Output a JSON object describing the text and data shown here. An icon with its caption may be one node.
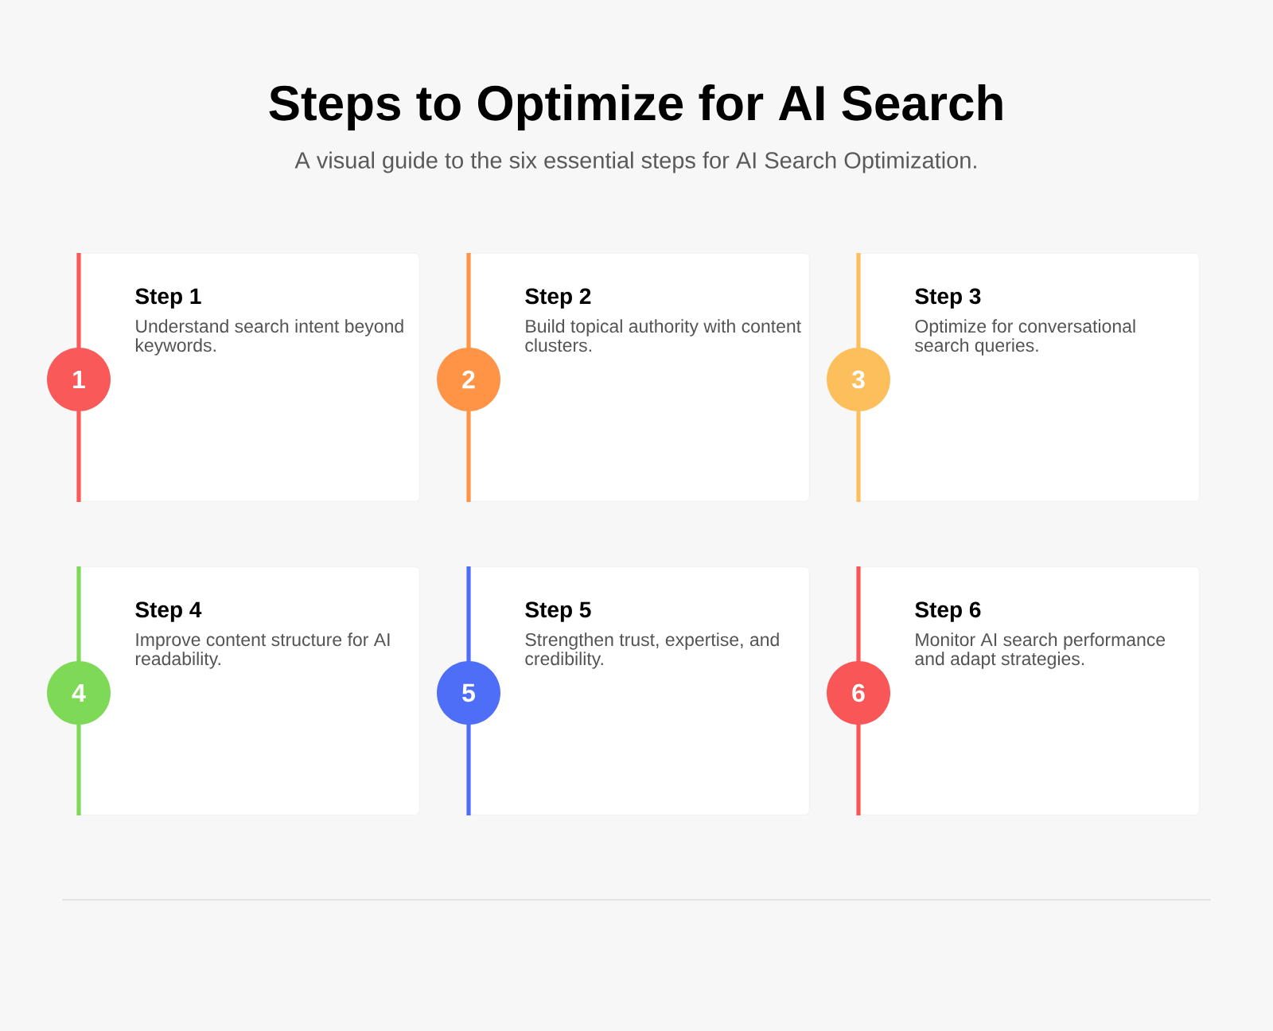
{
  "diagram": {
    "title": "Steps to Optimize for AI Search",
    "nodes": [
      {
        "text": [
          "Step 1",
          "Understand search intent beyond keywords."
        ]
      },
      {
        "text": [
          "1"
        ]
      },
      {
        "text": [
          "Step 2",
          "Build topical authority with content clusters."
        ]
      },
      {
        "text": [
          "2"
        ]
      },
      {
        "text": [
          "Step 3",
          "Optimize for conversational search queries."
        ]
      },
      {
        "text": [
          "3"
        ]
      },
      {
        "text": [
          "Step 4",
          "Improve content structure for AI readability."
        ]
      },
      {
        "text": [
          "4"
        ]
      },
      {
        "text": [
          "Step 5",
          "Strengthen trust, expertise, and credibility."
        ]
      },
      {
        "text": [
          "5"
        ]
      },
      {
        "text": [
          "Step 6",
          "Monitor AI search performance and adapt strategies."
        ]
      },
      {
        "text": [
          "6"
        ]
      }
    ],
    "labels": [
      "A visual guide to the six essential steps for AI Search Optimization."
    ]
  }
}
